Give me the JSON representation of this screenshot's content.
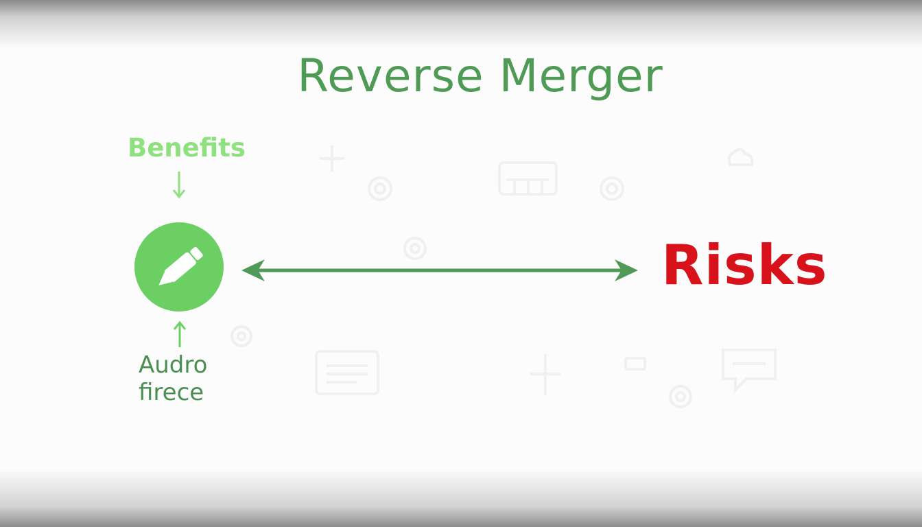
{
  "diagram": {
    "title": "Reverse Merger",
    "left_top_label": "Benefits",
    "right_label": "Risks",
    "left_bottom_label": [
      "Audro",
      "firece"
    ]
  },
  "colors": {
    "title_green": "#4f9a55",
    "benefits_green": "#8fe07f",
    "badge_green": "#6ccf63",
    "arrow_green": "#4e9a56",
    "risks_red": "#d8121b"
  },
  "icons": {
    "badge": "pen-icon",
    "background": [
      "plus-icon",
      "target-icon",
      "keyboard-icon",
      "cloud-icon",
      "document-icon",
      "chat-icon"
    ]
  }
}
